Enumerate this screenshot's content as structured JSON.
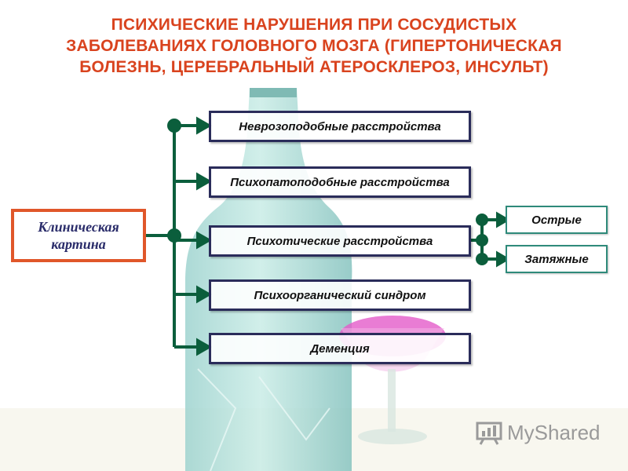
{
  "title": {
    "line1": "ПСИХИЧЕСКИЕ НАРУШЕНИЯ ПРИ СОСУДИСТЫХ",
    "line2": "ЗАБОЛЕВАНИЯХ ГОЛОВНОГО МОЗГА (ГИПЕРТОНИЧЕСКАЯ",
    "line3": "БОЛЕЗНЬ, ЦЕРЕБРАЛЬНЫЙ АТЕРОСКЛЕРОЗ, ИНСУЛЬТ)"
  },
  "clinical": {
    "line1": "Клиническая",
    "line2": "картина"
  },
  "disorders": [
    "Неврозоподобные расстройства",
    "Психопатоподобные расстройства",
    "Психотические расстройства",
    "Психоорганический синдром",
    "Деменция"
  ],
  "course": [
    "Острые",
    "Затяжные"
  ],
  "watermark": "MyShared",
  "colors": {
    "title": "#d9431e",
    "connector": "#0b5e3c",
    "box_border": "#2a2c5a",
    "clinic_border": "#e0572a",
    "outcome_border": "#2e8a7a"
  }
}
